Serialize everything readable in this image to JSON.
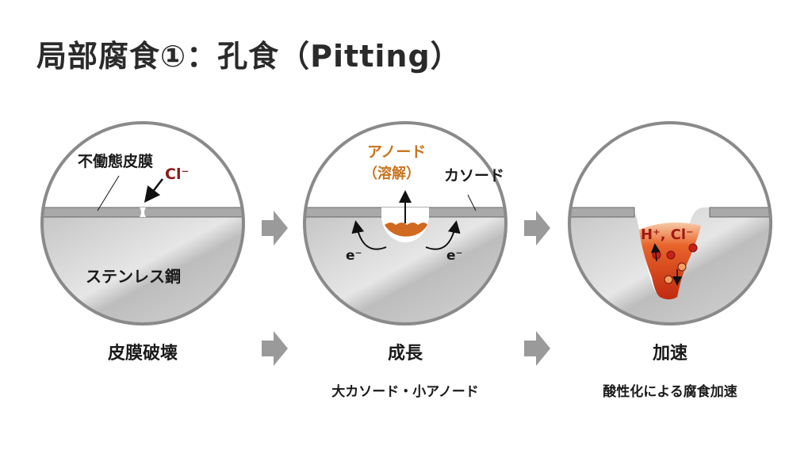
{
  "title": "局部腐食①：孔食（Pitting）",
  "panels": [
    {
      "film_label": "不働態皮膜",
      "ion_label": "Cl⁻",
      "metal_label": "ステンレス鋼",
      "caption": "皮膜破壊"
    },
    {
      "anode_label": "アノード",
      "anode_sub": "（溶解）",
      "cathode_label": "カソード",
      "electron_left": "e⁻",
      "electron_right": "e⁻",
      "caption": "成長",
      "subcaption": "大カソード・小アノード"
    },
    {
      "ion_label": "H⁺, Cl⁻",
      "caption": "加速",
      "subcaption": "酸性化による腐食加速"
    }
  ],
  "colors": {
    "anode": "#c8741e",
    "chloride": "#8b1a1a",
    "pit": "#d2461c"
  }
}
